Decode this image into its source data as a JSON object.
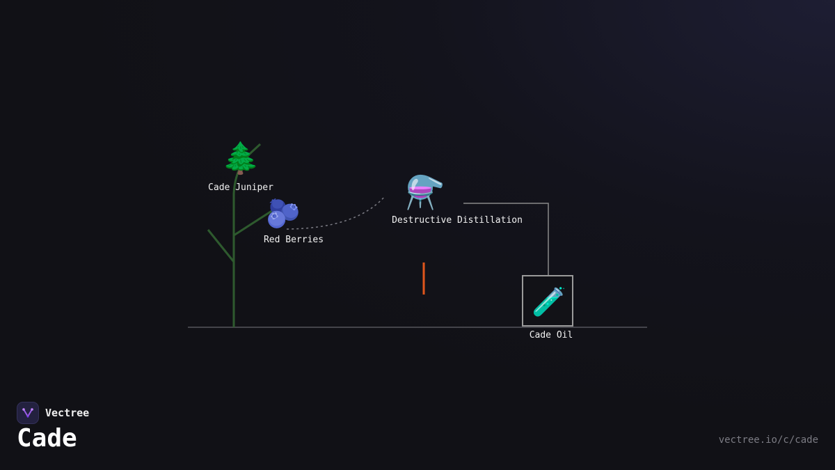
{
  "brand": {
    "name": "Vectree",
    "logo_icon": "vectree-logo-icon",
    "accent": "#9b5de5"
  },
  "page": {
    "title": "Cade",
    "url": "vectree.io/c/cade"
  },
  "diagram": {
    "source": {
      "label": "Cade Juniper",
      "icon": "evergreen-tree-icon",
      "emoji": "🌲"
    },
    "part": {
      "label": "Red Berries",
      "icon": "berries-icon",
      "emoji": "🫐"
    },
    "process": {
      "label": "Destructive Distillation",
      "icon": "alembic-icon",
      "emoji": "⚗️"
    },
    "product": {
      "label": "Cade Oil",
      "icon": "test-tube-icon",
      "emoji": "🧪"
    },
    "colors": {
      "stem": "#2e5a2e",
      "connector": "#8a8a8a",
      "marker": "#e0561c",
      "ground": "#55555c"
    }
  }
}
